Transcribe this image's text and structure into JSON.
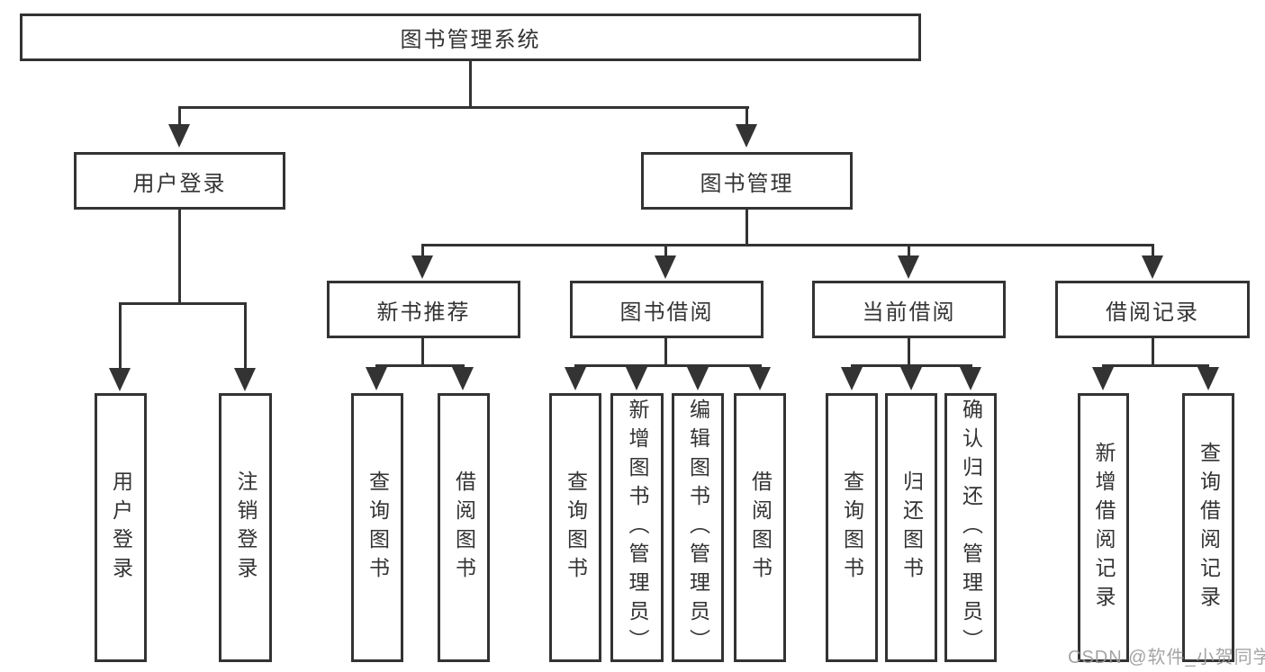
{
  "title": "图书管理系统",
  "colors": {
    "line": "#333333",
    "text": "#333333",
    "background": "#ffffff",
    "watermark": "#9b9b9b"
  },
  "tree": {
    "label": "图书管理系统",
    "children": [
      {
        "label": "用户登录",
        "children": [
          {
            "label": "用户登录"
          },
          {
            "label": "注销登录"
          }
        ]
      },
      {
        "label": "图书管理",
        "children": [
          {
            "label": "新书推荐",
            "children": [
              {
                "label": "查询图书"
              },
              {
                "label": "借阅图书"
              }
            ]
          },
          {
            "label": "图书借阅",
            "children": [
              {
                "label": "查询图书"
              },
              {
                "label": "新增图书（管理员）"
              },
              {
                "label": "编辑图书（管理员）"
              },
              {
                "label": "借阅图书"
              }
            ]
          },
          {
            "label": "当前借阅",
            "children": [
              {
                "label": "查询图书"
              },
              {
                "label": "归还图书"
              },
              {
                "label": "确认归还（管理员）"
              }
            ]
          },
          {
            "label": "借阅记录",
            "children": [
              {
                "label": "新增借阅记录"
              },
              {
                "label": "查询借阅记录"
              }
            ]
          }
        ]
      }
    ]
  },
  "watermark": "CSDN @软件_小贺同学"
}
